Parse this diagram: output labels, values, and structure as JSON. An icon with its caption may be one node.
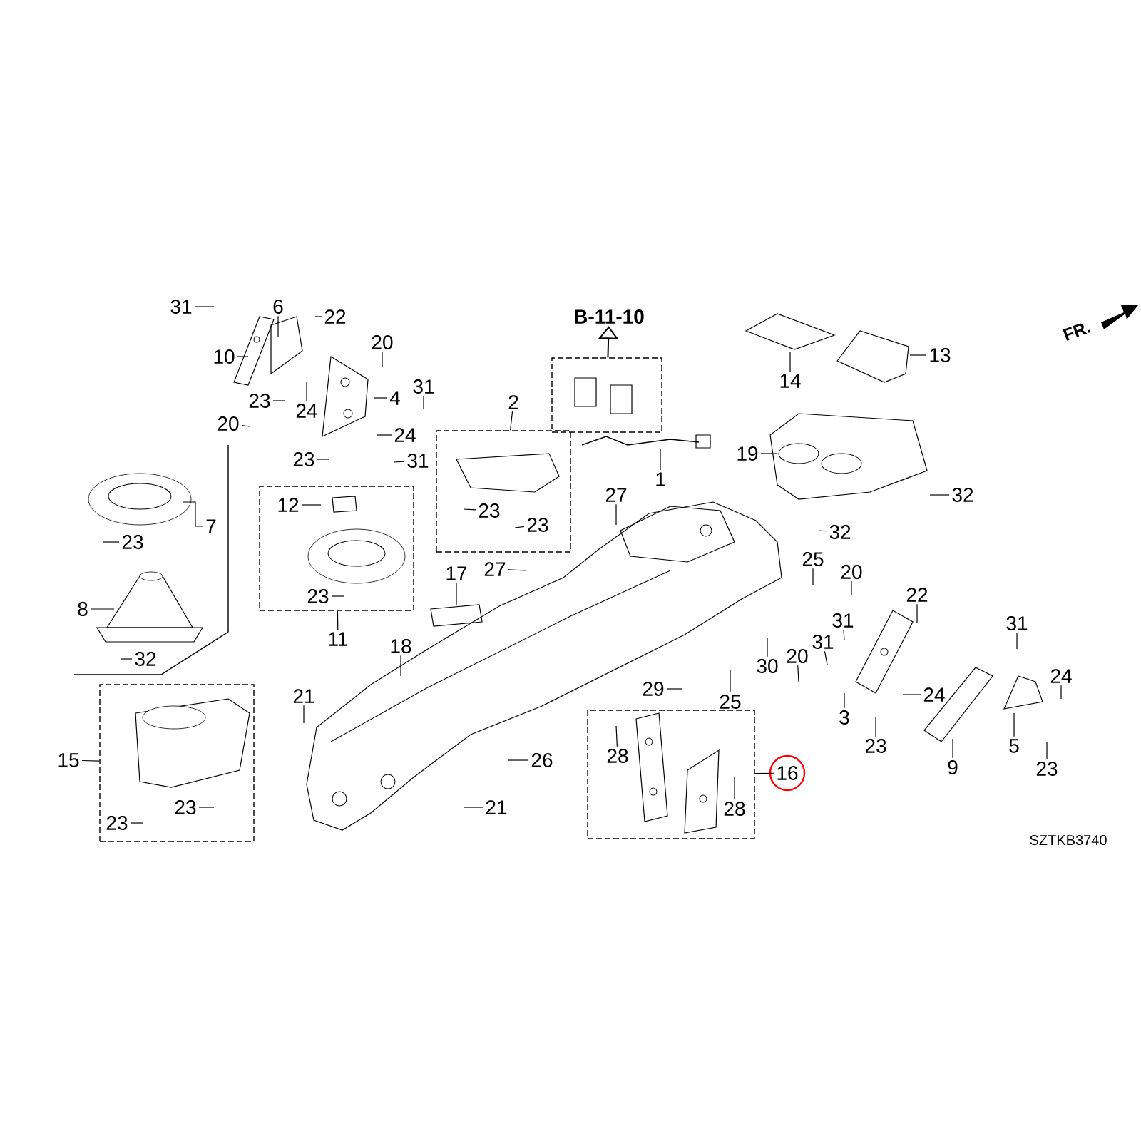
{
  "diagram": {
    "nodes": [
      {
        "text": [
          "31"
        ]
      },
      {
        "text": [
          "6"
        ]
      },
      {
        "text": [
          "22"
        ]
      },
      {
        "text": [
          "10"
        ]
      },
      {
        "text": [
          "20"
        ]
      },
      {
        "text": [
          "4"
        ]
      },
      {
        "text": [
          "31"
        ]
      },
      {
        "text": [
          "23"
        ]
      },
      {
        "text": [
          "24"
        ]
      },
      {
        "text": [
          "20"
        ]
      },
      {
        "text": [
          "24"
        ]
      },
      {
        "text": [
          "23"
        ]
      },
      {
        "text": [
          "31"
        ]
      },
      {
        "text": [
          "B-11-10"
        ]
      },
      {
        "text": [],
        "shape": "box"
      },
      {
        "text": [
          "1"
        ]
      },
      {
        "text": [
          "14"
        ]
      },
      {
        "text": [
          "13"
        ]
      },
      {
        "text": [],
        "shape": "box"
      },
      {
        "text": [
          "2"
        ]
      },
      {
        "text": [
          "23"
        ],
        "in": 18
      },
      {
        "text": [
          "23"
        ],
        "in": 18
      },
      {
        "text": [
          "19"
        ]
      },
      {
        "text": [
          "32"
        ]
      },
      {
        "text": [
          "27"
        ]
      },
      {
        "text": [
          "7"
        ]
      },
      {
        "text": [
          "23"
        ]
      },
      {
        "text": [],
        "shape": "box"
      },
      {
        "text": [
          "12"
        ],
        "in": 27
      },
      {
        "text": [
          "23"
        ],
        "in": 27
      },
      {
        "text": [
          "11"
        ]
      },
      {
        "text": [
          "32"
        ]
      },
      {
        "text": [
          "27"
        ]
      },
      {
        "text": [
          "17"
        ]
      },
      {
        "text": [
          "25"
        ]
      },
      {
        "text": [
          "20"
        ]
      },
      {
        "text": [
          "22"
        ]
      },
      {
        "text": [
          "8"
        ]
      },
      {
        "text": [
          "31"
        ]
      },
      {
        "text": [
          "31"
        ]
      },
      {
        "text": [
          "31"
        ]
      },
      {
        "text": [
          "18"
        ]
      },
      {
        "text": [
          "20"
        ]
      },
      {
        "text": [
          "32"
        ]
      },
      {
        "text": [
          "30"
        ]
      },
      {
        "text": [
          "24"
        ]
      },
      {
        "text": [
          "29"
        ]
      },
      {
        "text": [
          "21"
        ]
      },
      {
        "text": [
          "24"
        ]
      },
      {
        "text": [
          "25"
        ]
      },
      {
        "text": [
          "3"
        ]
      },
      {
        "text": [],
        "shape": "box"
      },
      {
        "text": [
          "15"
        ]
      },
      {
        "text": [
          "23"
        ],
        "in": 51
      },
      {
        "text": [
          "23"
        ],
        "in": 51
      },
      {
        "text": [],
        "shape": "box"
      },
      {
        "text": [
          "28"
        ],
        "in": 55
      },
      {
        "text": [
          "28"
        ],
        "in": 55
      },
      {
        "text": [
          "16"
        ]
      },
      {
        "text": [
          "26"
        ]
      },
      {
        "text": [
          "21"
        ]
      },
      {
        "text": [
          "23"
        ]
      },
      {
        "text": [
          "5"
        ]
      },
      {
        "text": [
          "9"
        ]
      },
      {
        "text": [
          "23"
        ]
      }
    ],
    "edges": [
      {
        "from": 0,
        "to": null,
        "arrow": "none"
      },
      {
        "from": 1,
        "to": null,
        "arrow": "none"
      },
      {
        "from": 2,
        "to": null,
        "arrow": "none"
      },
      {
        "from": 3,
        "to": null,
        "arrow": "none"
      },
      {
        "from": 4,
        "to": null,
        "arrow": "none"
      },
      {
        "from": 5,
        "to": null,
        "arrow": "none"
      },
      {
        "from": 6,
        "to": null,
        "arrow": "none"
      },
      {
        "from": 7,
        "to": null,
        "arrow": "none"
      },
      {
        "from": 8,
        "to": null,
        "arrow": "none"
      },
      {
        "from": 9,
        "to": null,
        "arrow": "none"
      },
      {
        "from": 10,
        "to": null,
        "arrow": "none"
      },
      {
        "from": 11,
        "to": null,
        "arrow": "none"
      },
      {
        "from": 12,
        "to": null,
        "arrow": "none"
      },
      {
        "from": 14,
        "to": 13,
        "arrow": "to"
      },
      {
        "from": 15,
        "to": null,
        "arrow": "none"
      },
      {
        "from": 16,
        "to": null,
        "arrow": "none"
      },
      {
        "from": 17,
        "to": null,
        "arrow": "none"
      },
      {
        "from": 19,
        "to": 18,
        "arrow": "none"
      },
      {
        "from": 20,
        "to": null,
        "arrow": "none"
      },
      {
        "from": 21,
        "to": null,
        "arrow": "none"
      },
      {
        "from": 22,
        "to": null,
        "arrow": "none"
      },
      {
        "from": 23,
        "to": null,
        "arrow": "none"
      },
      {
        "from": 24,
        "to": null,
        "arrow": "none"
      },
      {
        "from": 25,
        "to": null,
        "arrow": "none"
      },
      {
        "from": 26,
        "to": null,
        "arrow": "none"
      },
      {
        "from": 28,
        "to": null,
        "arrow": "none"
      },
      {
        "from": 29,
        "to": null,
        "arrow": "none"
      },
      {
        "from": 30,
        "to": 27,
        "arrow": "none"
      },
      {
        "from": 31,
        "to": null,
        "arrow": "none"
      },
      {
        "from": 32,
        "to": null,
        "arrow": "none"
      },
      {
        "from": 33,
        "to": null,
        "arrow": "none"
      },
      {
        "from": 34,
        "to": null,
        "arrow": "none"
      },
      {
        "from": 35,
        "to": null,
        "arrow": "none"
      },
      {
        "from": 36,
        "to": null,
        "arrow": "none"
      },
      {
        "from": 37,
        "to": null,
        "arrow": "none"
      },
      {
        "from": 38,
        "to": null,
        "arrow": "none"
      },
      {
        "from": 39,
        "to": null,
        "arrow": "none"
      },
      {
        "from": 40,
        "to": null,
        "arrow": "none"
      },
      {
        "from": 41,
        "to": null,
        "arrow": "none"
      },
      {
        "from": 42,
        "to": null,
        "arrow": "none"
      },
      {
        "from": 43,
        "to": null,
        "arrow": "none"
      },
      {
        "from": 44,
        "to": null,
        "arrow": "none"
      },
      {
        "from": 45,
        "to": null,
        "arrow": "none"
      },
      {
        "from": 46,
        "to": null,
        "arrow": "none"
      },
      {
        "from": 47,
        "to": null,
        "arrow": "none"
      },
      {
        "from": 48,
        "to": null,
        "arrow": "none"
      },
      {
        "from": 49,
        "to": null,
        "arrow": "none"
      },
      {
        "from": 50,
        "to": null,
        "arrow": "none"
      },
      {
        "from": 52,
        "to": 51,
        "arrow": "none"
      },
      {
        "from": 53,
        "to": null,
        "arrow": "none"
      },
      {
        "from": 54,
        "to": null,
        "arrow": "none"
      },
      {
        "from": 56,
        "to": null,
        "arrow": "none"
      },
      {
        "from": 57,
        "to": null,
        "arrow": "none"
      },
      {
        "from": 58,
        "to": 55,
        "arrow": "none"
      },
      {
        "from": 59,
        "to": null,
        "arrow": "none"
      },
      {
        "from": 60,
        "to": null,
        "arrow": "none"
      },
      {
        "from": 61,
        "to": null,
        "arrow": "none"
      },
      {
        "from": 62,
        "to": null,
        "arrow": "none"
      },
      {
        "from": 63,
        "to": null,
        "arrow": "none"
      },
      {
        "from": 64,
        "to": null,
        "arrow": "none"
      }
    ],
    "labels": [
      "FR.",
      "SZTKB3740"
    ]
  }
}
